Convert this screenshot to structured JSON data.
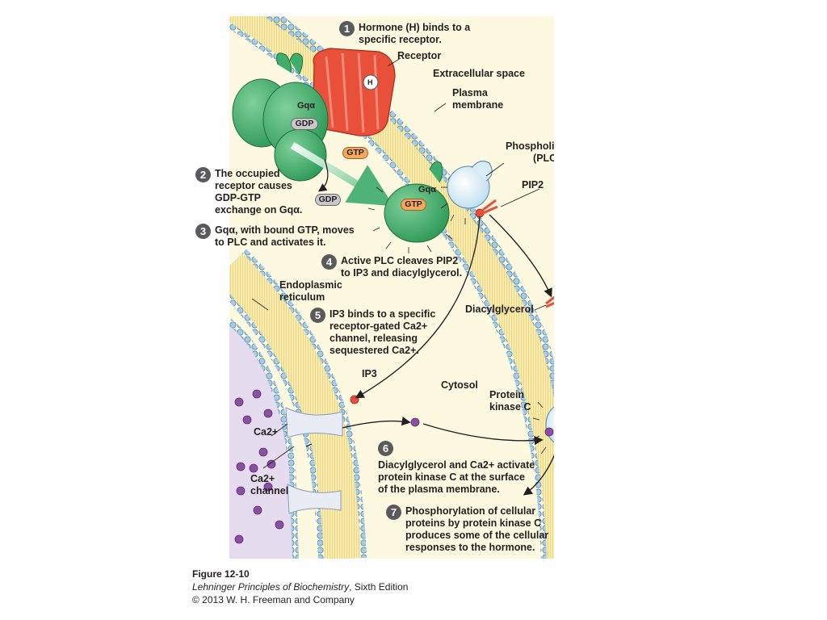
{
  "steps": [
    {
      "num": "1",
      "lines": [
        "Hormone (H) binds to a",
        "specific receptor."
      ]
    },
    {
      "num": "2",
      "lines": [
        "The occupied",
        "receptor causes",
        "GDP-GTP",
        "exchange on Gqα."
      ]
    },
    {
      "num": "3",
      "lines": [
        "Gqα, with bound GTP, moves",
        "to PLC and activates it."
      ]
    },
    {
      "num": "4",
      "lines": [
        "Active PLC cleaves PIP2",
        "to IP3 and diacylglycerol."
      ]
    },
    {
      "num": "5",
      "lines": [
        "IP3 binds to a specific",
        "receptor-gated Ca2+",
        "channel, releasing",
        "sequestered Ca2+."
      ]
    },
    {
      "num": "6",
      "lines": [
        "Diacylglycerol and Ca2+ activate",
        "protein kinase C at the surface",
        "of the plasma membrane."
      ]
    },
    {
      "num": "7",
      "lines": [
        "Phosphorylation of cellular",
        "proteins by protein kinase C",
        "produces some of the cellular",
        "responses to the hormone."
      ]
    }
  ],
  "labels": {
    "receptor": "Receptor",
    "extracellular_space": "Extracellular space",
    "plasma_membrane": [
      "Plasma",
      "membrane"
    ],
    "plc": [
      "Phospholipase C",
      "(PLC)"
    ],
    "pip2": "PIP2",
    "endoplasmic_reticulum": [
      "Endoplasmic",
      "reticulum"
    ],
    "diacylglycerol": "Diacylglycerol",
    "cytosol": "Cytosol",
    "protein_kinase_c": [
      "Protein",
      "kinase C"
    ],
    "ip3": "IP3",
    "ca_ion": "Ca2+",
    "ca_channel": [
      "Ca2+",
      "channel"
    ],
    "g_alpha_top": "Gqα",
    "g_alpha_active": "Gqα",
    "hormone": "H"
  },
  "chips": {
    "gdp_bound": "GDP",
    "gtp_free": "GTP",
    "gdp_released": "GDP",
    "gtp_bound": "GTP"
  },
  "caption": {
    "figure": "Figure 12-10",
    "book": "Lehninger Principles of Biochemistry",
    "edition": ", Sixth Edition",
    "copyright": "© 2013 W. H. Freeman and Company"
  },
  "colors": {
    "background": "#fdf9e0",
    "membrane_core": "#f6e9a8",
    "lipid_head": "#a6cde8",
    "g_protein": "#3fae6a",
    "receptor": "#e8503a",
    "gtp_chip": "#f3a85c",
    "gdp_chip": "#c9c9cb",
    "plc": "#d8ecf6",
    "er_lumen": "#e6dcef",
    "calcium": "#8a4fa0",
    "step_badge": "#5a5a5c"
  }
}
